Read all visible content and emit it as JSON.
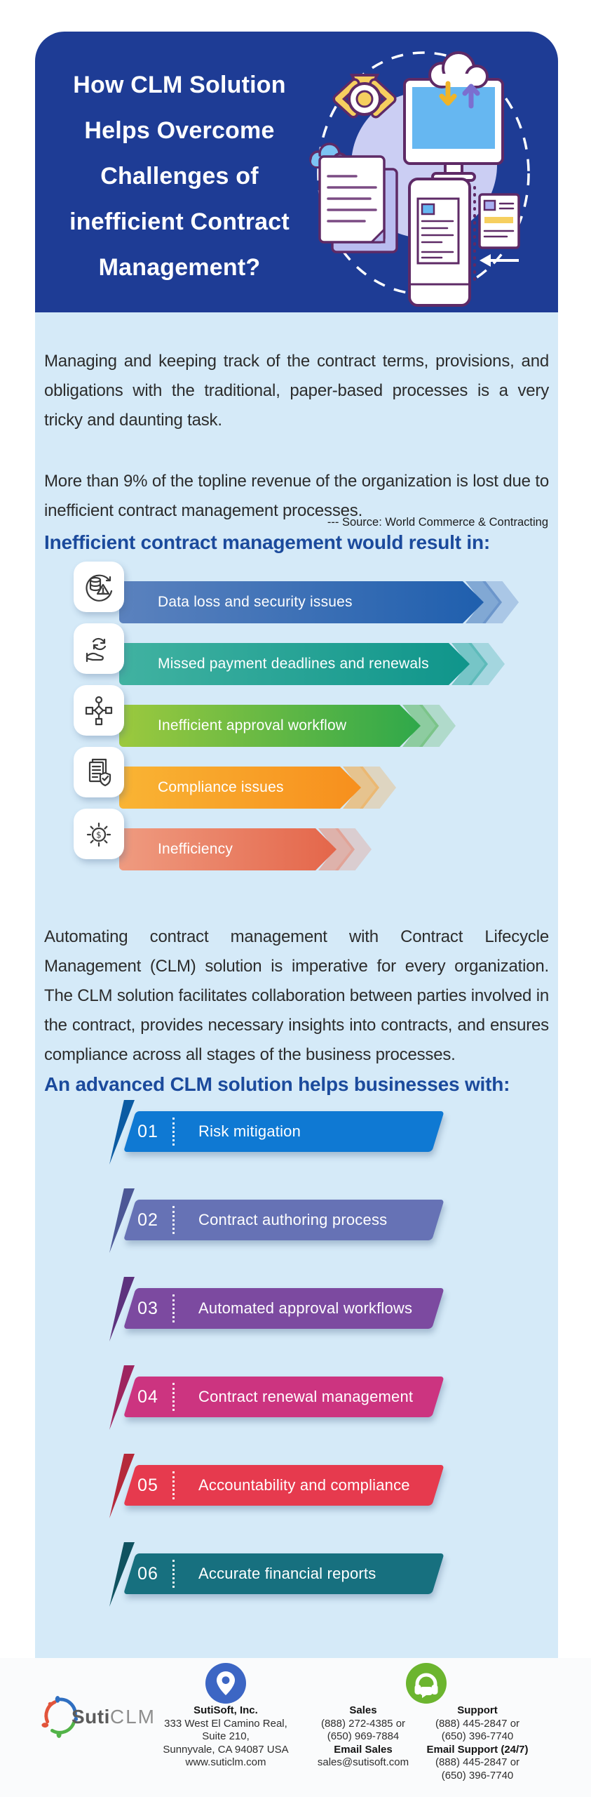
{
  "header": {
    "title_lines": [
      "How CLM Solution",
      "Helps Overcome",
      "Challenges of",
      "inefficient Contract",
      "Management?"
    ],
    "bg_color": "#1e3c95"
  },
  "intro": {
    "paragraph1": "Managing and keeping track of the contract terms, provisions, and obligations with the traditional, paper-based processes is a very tricky and daunting task.",
    "paragraph2": "More than 9% of the topline revenue of the organization is lost due to inefficient contract management processes.",
    "source": "--- Source: World Commerce & Contracting"
  },
  "challenges": {
    "heading": "Inefficient contract management would result in:",
    "items": [
      {
        "label": "Data loss and security issues",
        "icon": "data-loss-icon",
        "color_start": "#5b82be",
        "color_end": "#1f5fae"
      },
      {
        "label": "Missed payment deadlines and renewals",
        "icon": "payment-renewal-icon",
        "color_start": "#41b2a1",
        "color_end": "#0f958b"
      },
      {
        "label": "Inefficient approval workflow",
        "icon": "workflow-icon",
        "color_start": "#9cc93e",
        "color_end": "#2fa84a"
      },
      {
        "label": "Compliance issues",
        "icon": "compliance-icon",
        "color_start": "#f9b434",
        "color_end": "#f78f1d"
      },
      {
        "label": "Inefficiency",
        "icon": "inefficiency-icon",
        "color_start": "#ef9b80",
        "color_end": "#e4664a"
      }
    ]
  },
  "clm_paragraph": "Automating contract management with Contract Lifecycle Management (CLM) solution is imperative for every organization. The CLM solution facilitates collaboration between parties involved in the contract, provides necessary insights into contracts, and ensures compliance across all stages of the business processes.",
  "benefits": {
    "heading": "An advanced CLM solution helps businesses with:",
    "items": [
      {
        "number": "01",
        "label": "Risk mitigation",
        "color": "#0f79d3"
      },
      {
        "number": "02",
        "label": "Contract authoring process",
        "color": "#6672b5"
      },
      {
        "number": "03",
        "label": "Automated approval workflows",
        "color": "#7c4aa0"
      },
      {
        "number": "04",
        "label": "Contract renewal management",
        "color": "#cc3480"
      },
      {
        "number": "05",
        "label": "Accountability and compliance",
        "color": "#e63a4e"
      },
      {
        "number": "06",
        "label": "Accurate financial reports",
        "color": "#17707f"
      }
    ]
  },
  "footer": {
    "logo": {
      "text_primary": "Suti",
      "text_secondary": "CLM"
    },
    "company": {
      "name": "SutiSoft, Inc.",
      "address1": "333 West El Camino Real,",
      "address2": "Suite 210,",
      "address3": "Sunnyvale, CA 94087 USA",
      "website": "www.suticlm.com"
    },
    "sales": {
      "heading": "Sales",
      "phone1": "(888) 272-4385 or",
      "phone2": "(650) 969-7884",
      "email_heading": "Email Sales",
      "email": "sales@sutisoft.com"
    },
    "support": {
      "heading": "Support",
      "phone1": "(888) 445-2847 or",
      "phone2": "(650) 396-7740",
      "email_heading": "Email Support (24/7)",
      "phone3": "(888) 445-2847 or",
      "phone4": "(650) 396-7740"
    }
  }
}
